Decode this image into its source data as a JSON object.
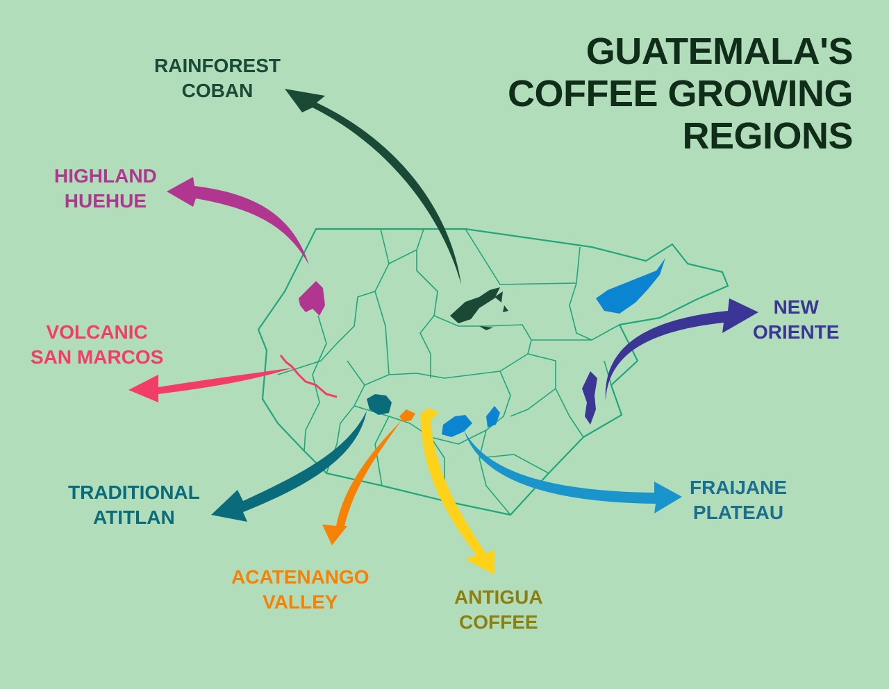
{
  "title": {
    "line1": "GUATEMALA'S",
    "line2": "COFFEE GROWING",
    "line3": "REGIONS"
  },
  "colors": {
    "background": "#b1ddbb",
    "border": "#21a67a",
    "rainforest_coban": "#1a4a35",
    "highland_huehue": "#b0368f",
    "volcanic_san_marcos": "#f23d69",
    "traditional_atitlan": "#0a6b7a",
    "acatenango_valley": "#f58207",
    "antigua_coffee": "#ffd21a",
    "antigua_label": "#8c7f12",
    "fraijane_plateau": "#1a95cc",
    "new_oriente": "#3b3596",
    "blue_region": "#0b84d2"
  },
  "regions": [
    {
      "id": "rainforest_coban",
      "line1": "RAINFOREST",
      "line2": "COBAN",
      "color": "#1a4a35"
    },
    {
      "id": "highland_huehue",
      "line1": "HIGHLAND",
      "line2": "HUEHUE",
      "color": "#b0368f"
    },
    {
      "id": "volcanic_san_marcos",
      "line1": "VOLCANIC",
      "line2": "SAN MARCOS",
      "color": "#f23d69"
    },
    {
      "id": "traditional_atitlan",
      "line1": "TRADITIONAL",
      "line2": "ATITLAN",
      "color": "#0a6b7a"
    },
    {
      "id": "acatenango_valley",
      "line1": "ACATENANGO",
      "line2": "VALLEY",
      "color": "#f58207"
    },
    {
      "id": "antigua_coffee",
      "line1": "ANTIGUA",
      "line2": "COFFEE",
      "color": "#8c7f12"
    },
    {
      "id": "fraijane_plateau",
      "line1": "FRAIJANE",
      "line2": "PLATEAU",
      "color": "#1a95cc"
    },
    {
      "id": "new_oriente",
      "line1": "NEW",
      "line2": "ORIENTE",
      "color": "#3b3596"
    }
  ]
}
